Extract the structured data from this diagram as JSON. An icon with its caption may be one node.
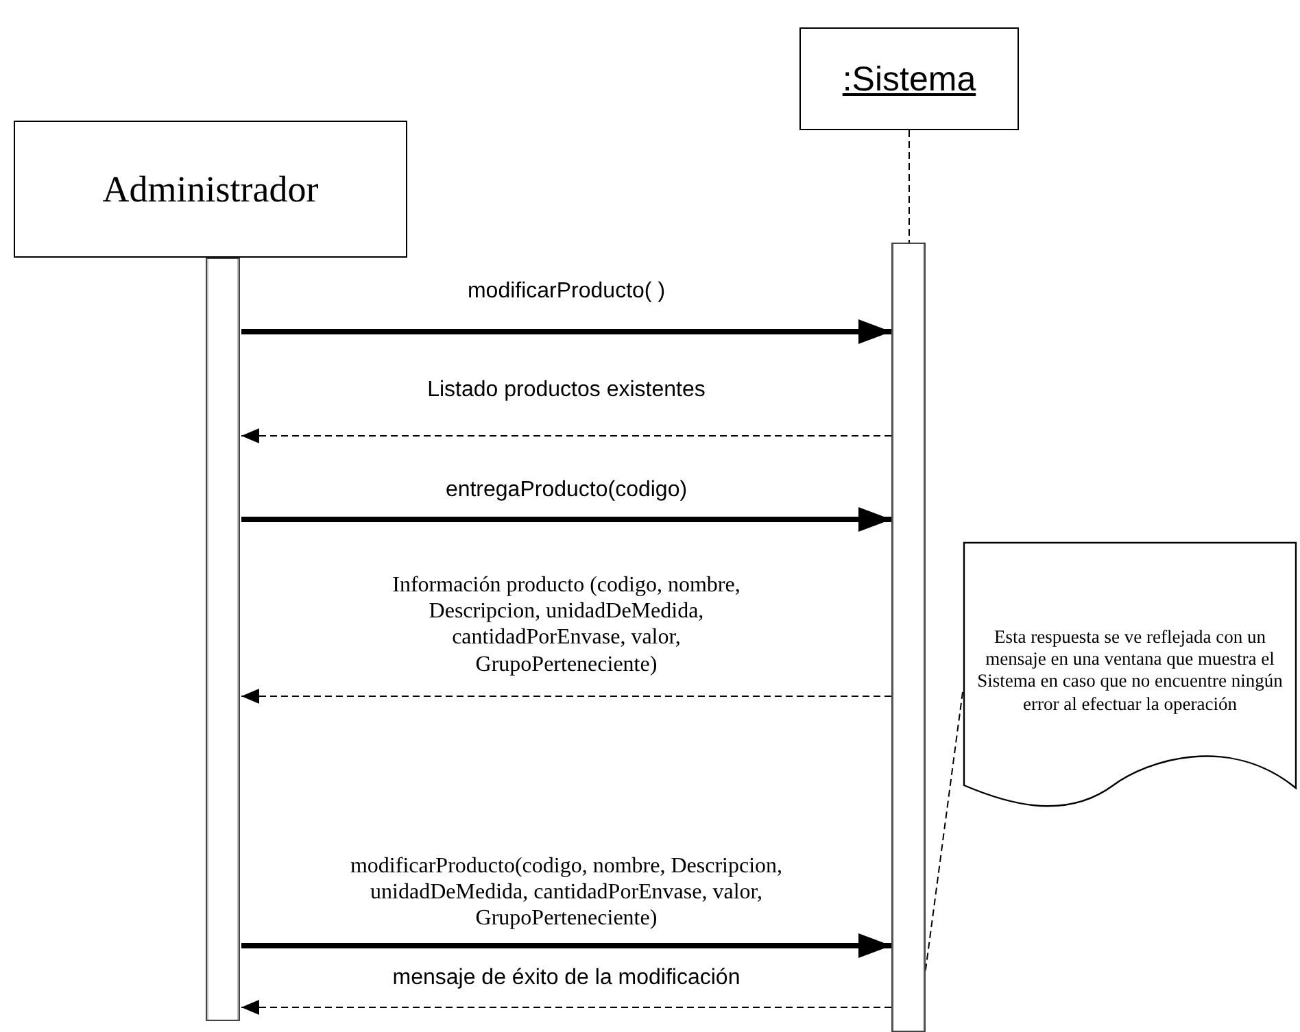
{
  "diagram": {
    "nodes": [
      {
        "text": [
          "Administrador"
        ]
      },
      {
        "text": [
          ":Sistema"
        ]
      },
      {
        "text": [],
        "shape": "bar"
      },
      {
        "text": [],
        "shape": "bar"
      },
      {
        "text": [
          "Esta respuesta se ve reflejada con un mensaje en una ventana que muestra el Sistema en caso que no encuentre ningún error al efectuar la operación"
        ]
      }
    ],
    "edges": [
      {
        "from": 2,
        "to": 3,
        "arrow": "to",
        "label": "modificarProducto( )",
        "style": "thick"
      },
      {
        "from": 3,
        "to": 2,
        "arrow": "to",
        "label": "Listado productos existentes",
        "style": "dashed"
      },
      {
        "from": 2,
        "to": 3,
        "arrow": "to",
        "label": "entregaProducto(codigo)",
        "style": "thick"
      },
      {
        "from": 3,
        "to": 2,
        "arrow": "to",
        "label": "Información producto (codigo, nombre, Descripcion, unidadDeMedida, cantidadPorEnvase, valor, GrupoPerteneciente)",
        "style": "dashed"
      },
      {
        "from": 2,
        "to": 3,
        "arrow": "to",
        "label": "modificarProducto(codigo, nombre, Descripcion, unidadDeMedida, cantidadPorEnvase, valor, GrupoPerteneciente)",
        "style": "thick"
      },
      {
        "from": 3,
        "to": 2,
        "arrow": "to",
        "label": "mensaje de éxito de la modificación",
        "style": "dashed"
      },
      {
        "from": 1,
        "to": 3,
        "arrow": "none",
        "style": "dashed"
      },
      {
        "from": 4,
        "to": 3,
        "arrow": "none",
        "style": "dashed"
      }
    ]
  }
}
